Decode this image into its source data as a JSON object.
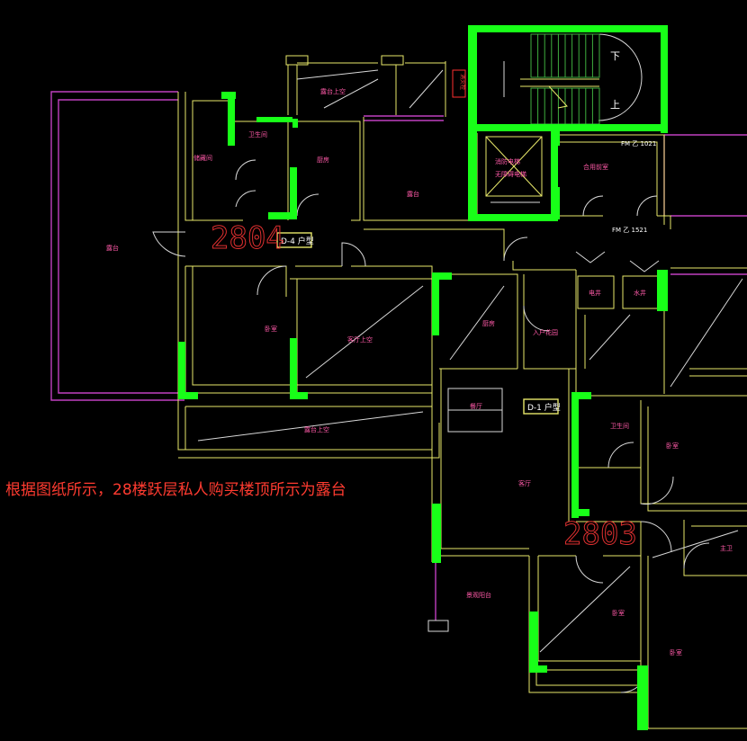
{
  "colors": {
    "background": "#000000",
    "wall": "#e8e86a",
    "column": "#18ff18",
    "railing": "#c040c0",
    "room_label": "#ff5aa8",
    "unit_number": "#e03030",
    "caption": "#ff3b30"
  },
  "unit_numbers": {
    "upper_left": "2804",
    "lower_right": "2803"
  },
  "caption": "根据图纸所示，28楼跃层私人购买楼顶所示为露台",
  "rooms": {
    "terrace_big": "露台",
    "terrace_mid": "露台",
    "terrace_above_top": "露台上空",
    "terrace_above_bottom": "露台上空",
    "storage": "储藏间",
    "bath_upper": "卫生间",
    "kitchen_upper": "厨房",
    "bedroom_upper": "卧室",
    "living_above": "客厅上空",
    "kitchen_mid": "厨房",
    "entry_hall": "入户花园",
    "dining": "餐厅",
    "living": "客厅",
    "bath_right": "卫生间",
    "bedroom_right": "卧室",
    "master_right": "主卫",
    "bedroom_low": "卧室",
    "bedroom_lowright": "卧室",
    "balcony_low": "景观阳台",
    "stair_down": "下",
    "stair_up": "上",
    "elevator": "消防电梯 无障碍电梯",
    "lobby": "合用前室",
    "shaft_a": "电井",
    "shaft_b": "水井",
    "fire_hydrant": "消火栓"
  },
  "tags": {
    "upper_unit_tag": "D-4 户型",
    "lower_unit_tag": "D-1 户型",
    "door_code_a": "FM 乙 1021",
    "door_code_b": "FM 乙 1521"
  }
}
